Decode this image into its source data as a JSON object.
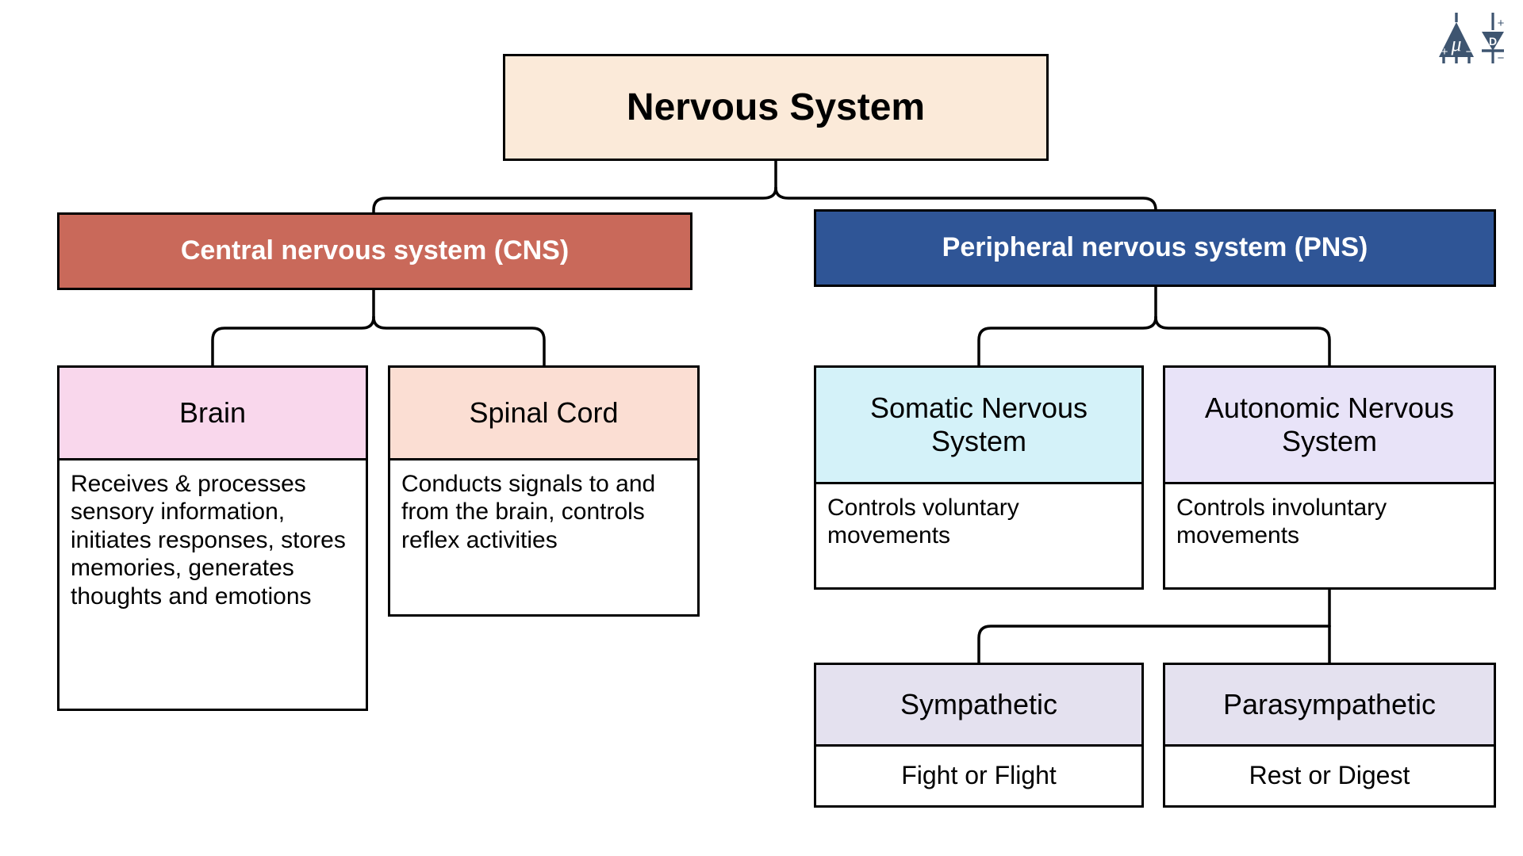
{
  "diagram": {
    "title": "Nervous System",
    "root": {
      "label": "Nervous System"
    },
    "branches": {
      "cns": {
        "label": "Central nervous system (CNS)"
      },
      "pns": {
        "label": "Peripheral nervous system (PNS)"
      }
    },
    "nodes": {
      "brain": {
        "title": "Brain",
        "description": "Receives & processes sensory information, initiates responses, stores memories, generates thoughts and emotions"
      },
      "spinal_cord": {
        "title": "Spinal Cord",
        "description": "Conducts signals to and from the brain, controls reflex activities"
      },
      "somatic": {
        "title": "Somatic Nervous System",
        "description": "Controls voluntary movements"
      },
      "autonomic": {
        "title": "Autonomic Nervous System",
        "description": "Controls involuntary movements"
      },
      "sympathetic": {
        "title": "Sympathetic",
        "description": "Fight or Flight"
      },
      "parasympathetic": {
        "title": "Parasympathetic",
        "description": "Rest or Digest"
      }
    }
  },
  "colors": {
    "root_fill": "#fbead9",
    "cns_fill": "#c9695a",
    "pns_fill": "#2f5596",
    "brain_fill": "#f9d7ec",
    "spinal_fill": "#fbded3",
    "somatic_fill": "#d4f2f9",
    "autonomic_fill": "#e8e3f8",
    "sympathetic_fill": "#e4e1ef",
    "parasympathetic_fill": "#e4e1ef",
    "stroke": "#000000",
    "logo": "#3e5570"
  },
  "logo": {
    "opamp_symbol": "μ",
    "diode_symbol": "D",
    "plus": "+",
    "minus": "−"
  }
}
